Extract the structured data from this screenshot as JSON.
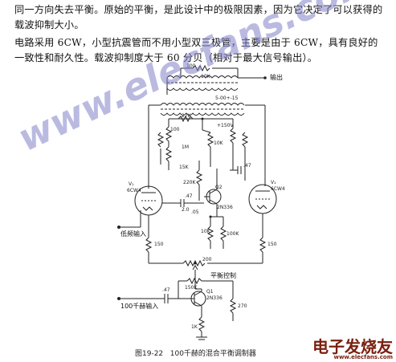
{
  "text": {
    "paragraph1": "同一方向失去平衡。原始的平衡，是此设计中的极限因素，因为它决定了可以获得的载波抑制大小。",
    "paragraph2": "电路采用 6CW，小型抗震管而不用小型双三极管，主要是由于 6CW，具有良好的一致性和耐久性。载波抑制度大于 60 分贝（相对于最大信号输出）。"
  },
  "circuit": {
    "labels": {
      "output": "输出",
      "audio_input": "低频输入",
      "rf_input": "100千赫输入",
      "balance_control": "平衡控制",
      "v1_left": "V₁",
      "v1_left_type": "6CW4",
      "v1_right": "V₁",
      "v1_right_type": "6CW4",
      "q2": "Q2",
      "q2_type": "2N336",
      "q1": "Q1",
      "q1_type": "2N336",
      "transformer_note": "5-00+-15",
      "r_100_top": "100",
      "r_10k": "10K",
      "r_27k": "27K",
      "r_100_left": "100",
      "r_1m": "1M",
      "r_15k": "15K",
      "r_220k": "220K",
      "r_10k_mid": "10K",
      "r_10k_pot": "10K",
      "r_100k": "100K",
      "r_150_left": "150",
      "r_150_right": "150",
      "r_200": "200",
      "r_150k": "150K",
      "r_270": "270",
      "r_1k": "1K",
      "v_plus": "+150V",
      "c_47_a": ".47",
      "c_47_b": ".47",
      "c_47_c": ".47",
      "c_05": ".05",
      "c_2": "2.0"
    }
  },
  "caption": {
    "figure_number": "图19-22",
    "figure_title": "100千赫的混合平衡调制器"
  },
  "watermarks": {
    "main": "www.elecfans.com",
    "corner": "电子发烧友",
    "corner_site": "www.elecfans.com"
  }
}
